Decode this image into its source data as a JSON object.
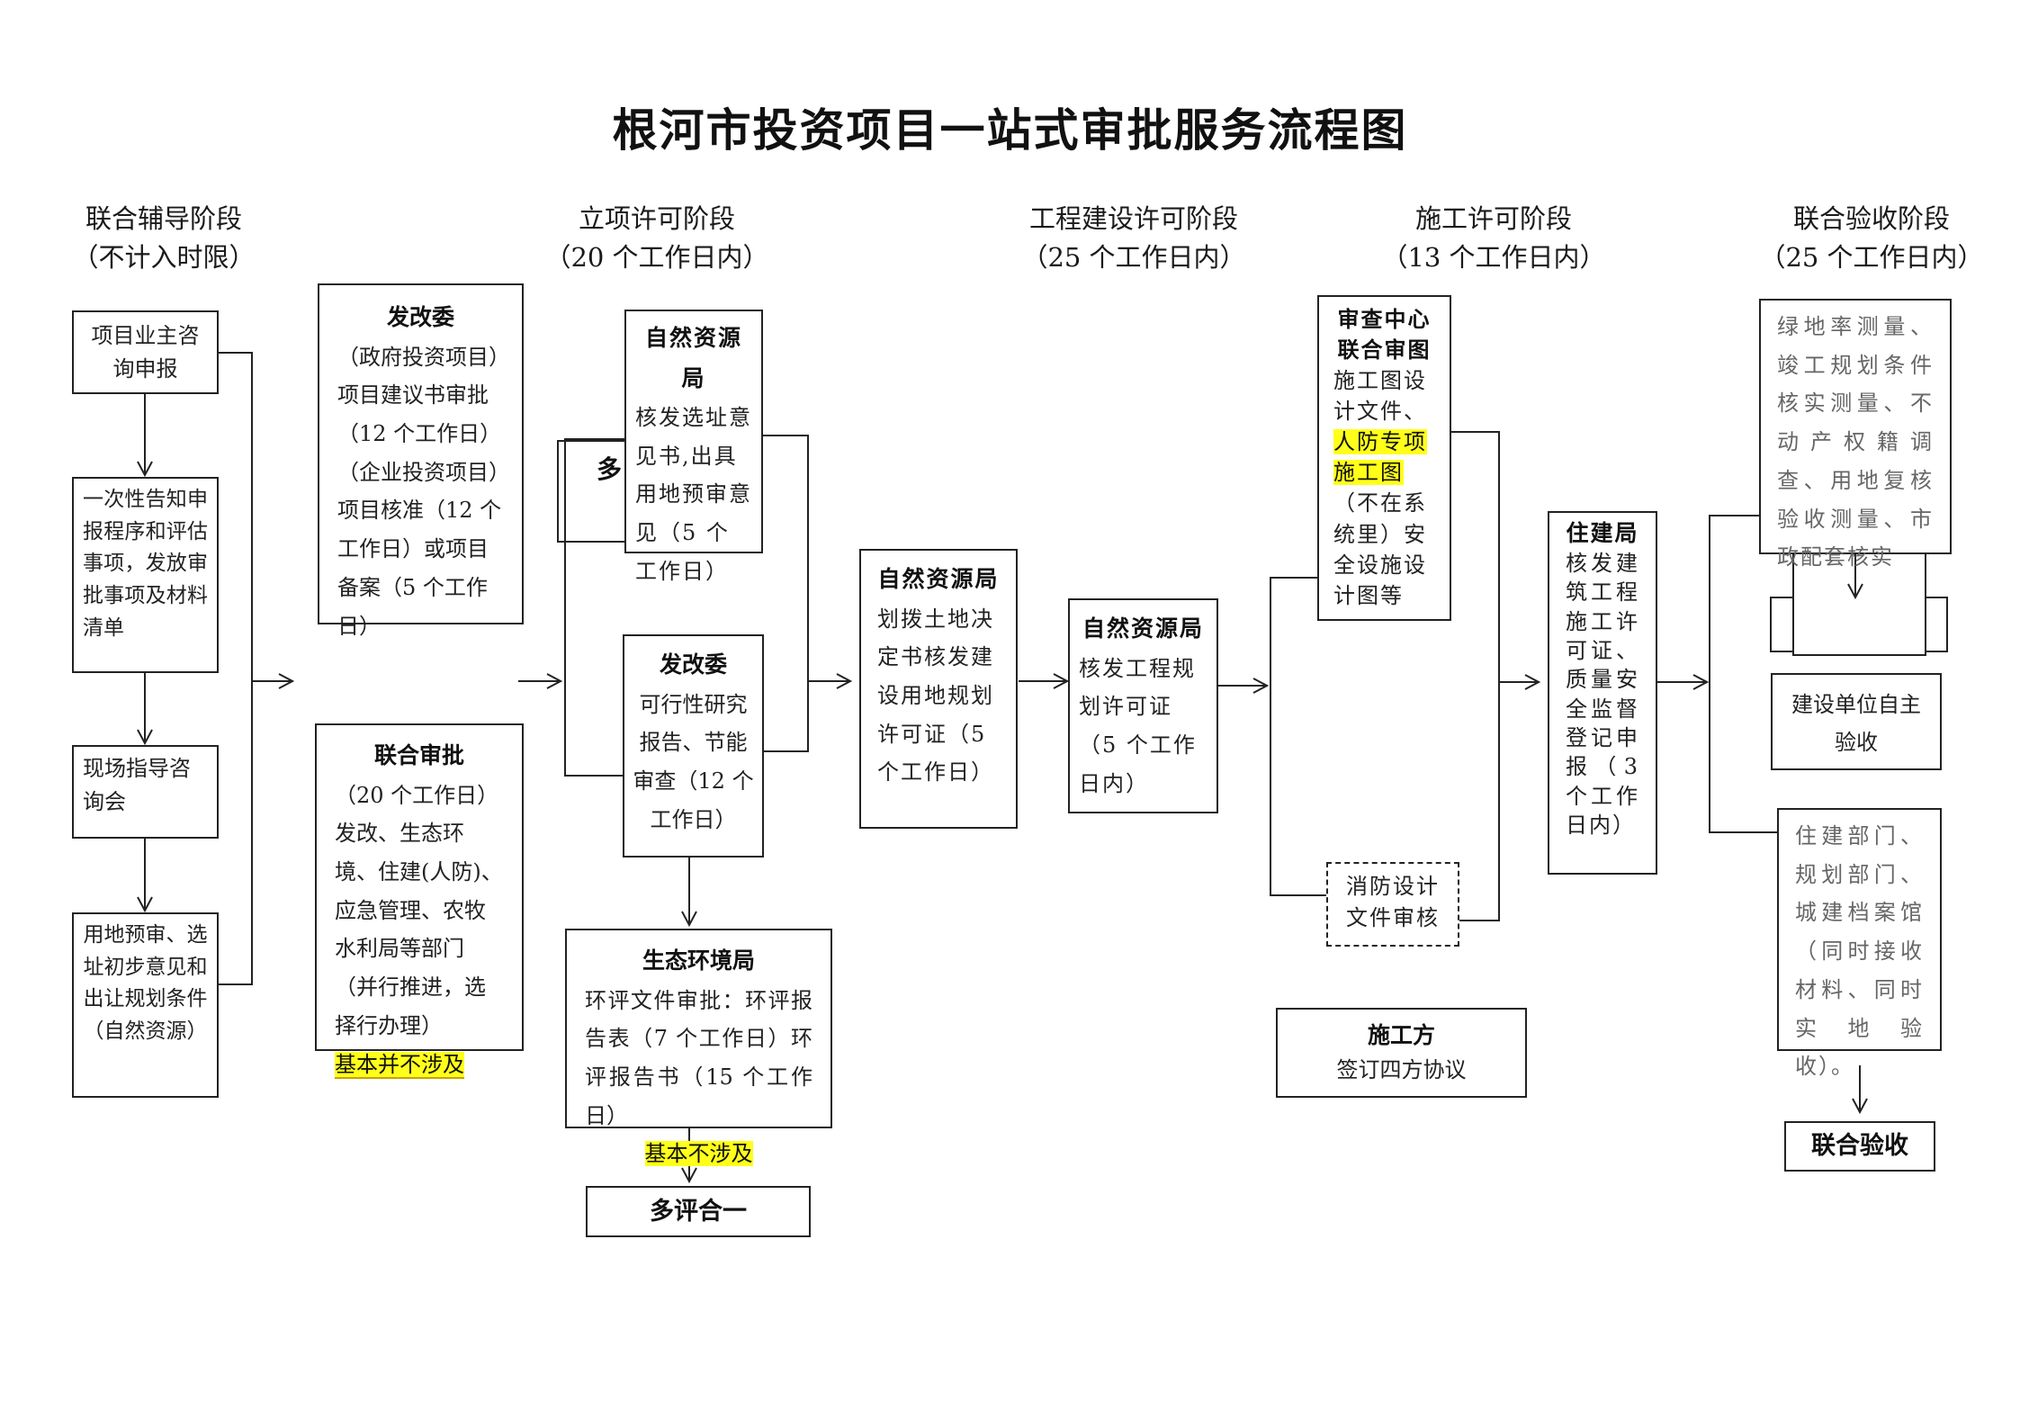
{
  "title": "根河市投资项目一站式审批服务流程图",
  "stages": [
    {
      "name": "联合辅导阶段",
      "limit": "（不计入时限）"
    },
    {
      "name": "立项许可阶段",
      "limit": "（20 个工作日内）"
    },
    {
      "name": "工程建设许可阶段",
      "limit": "（25 个工作日内）"
    },
    {
      "name": "施工许可阶段",
      "limit": "（13 个工作日内）"
    },
    {
      "name": "联合验收阶段",
      "limit": "（25 个工作日内）"
    }
  ],
  "guidance": {
    "step1": "项目业主咨询申报",
    "step2": "一次性告知申报程序和评估事项，发放审批事项及材料清单",
    "step3": "现场指导咨询会",
    "step4": "用地预审、选址初步意见和出让规划条件（自然资源）"
  },
  "fgw_a": {
    "header": "发改委",
    "line1": "（政府投资项目）",
    "line2": "项目建议书审批",
    "line3": "（12 个工作日）",
    "line4": "（企业投资项目）",
    "line5": "项目核准（12 个工作日）或项目备案（5 个工作日）"
  },
  "joint_review": {
    "header": "联合审批",
    "body": "（20 个工作日）发改、生态环境、住建(人防)、应急管理、农牧水利局等部门（并行推进，选择行办理）",
    "note": "基本并不涉及"
  },
  "nrb_site": {
    "header": "自然资源局",
    "body": "核发选址意见书,出具用地预审意见（5 个工作日）"
  },
  "multi_mark": "多",
  "fgw_b": {
    "header": "发改委",
    "body": "可行性研究报告、节能审查（12 个工作日）"
  },
  "eco": {
    "header": "生态环境局",
    "body": "环评文件审批：环评报告表（7 个工作日）环评报告书（15 个工作日）",
    "note": "基本不涉及"
  },
  "multi_eval": "多评合一",
  "nrb_land": {
    "header": "自然资源局",
    "body": "划拨土地决定书核发建设用地规划许可证（5 个工作日）"
  },
  "nrb_eng": {
    "header": "自然资源局",
    "body": "核发工程规划许可证（5 个工作日内）"
  },
  "review_center": {
    "header1": "审查中心",
    "header2": "联合审图",
    "body1": "施工图设计文件、",
    "hl1": "人防专项",
    "hl2": "施工图",
    "body2": "（不在系统里）安全设施设计图等"
  },
  "fire": "消防设计文件审核",
  "contractor": {
    "header": "施工方",
    "body": "签订四方协议"
  },
  "housing": {
    "header": "住建局",
    "body": "核发建筑工程施工许可证、质量安全监督登记申报（3 个工作日内）"
  },
  "survey": "绿地率测量、竣工规划条件核实测量、不动产权籍调查、用地复核验收测量、市政配套核实",
  "self_accept": "建设单位自主验收",
  "depts": "住建部门、规划部门、城建档案馆（同时接收材料、同时实地验收）。",
  "final": "联合验收",
  "colors": {
    "highlight": "#ffff1a",
    "line": "#222222",
    "gray_text": "#666666"
  }
}
